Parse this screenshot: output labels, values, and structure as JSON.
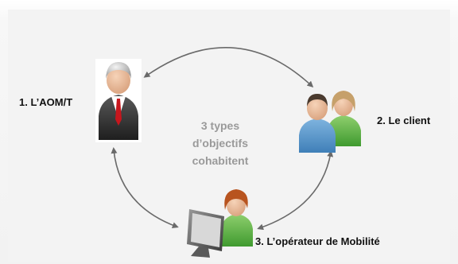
{
  "actors": {
    "aom": {
      "label": "1. L’AOM/T",
      "icon": "businessman-icon"
    },
    "client": {
      "label": "2. Le client",
      "icon": "couple-icon"
    },
    "operator": {
      "label": "3. L’opérateur de Mobilité",
      "icon": "operator-at-computer-icon"
    }
  },
  "center": {
    "line1": "3 types",
    "line2": "d’objectifs",
    "line3": "cohabitent"
  },
  "colors": {
    "arrow": "#6a6a6a",
    "center_text": "#9a9a9a",
    "label_text": "#111111"
  }
}
